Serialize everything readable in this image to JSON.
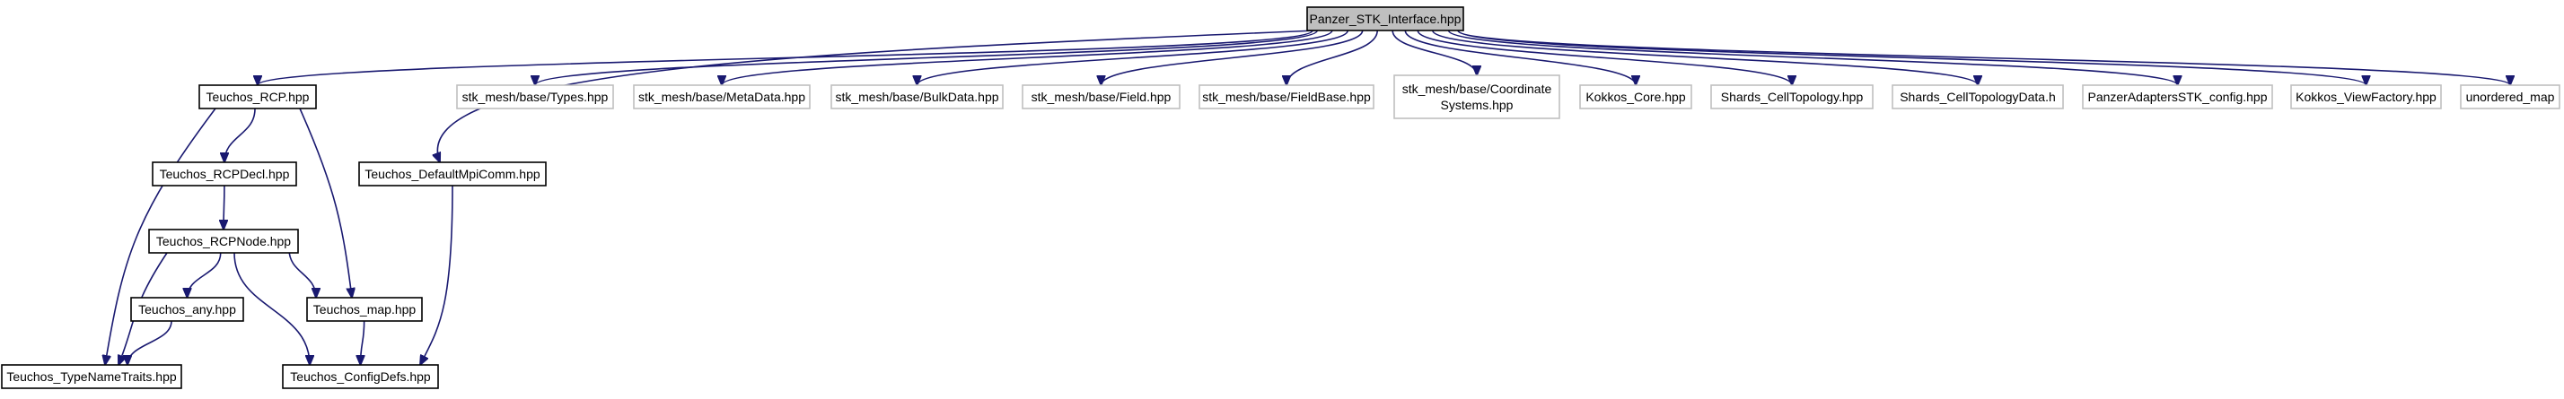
{
  "colors": {
    "root_fill": "#bfbfbf",
    "node_fill": "#ffffff",
    "documented_border": "#000000",
    "undocumented_border": "#bfbfbf",
    "edge": "#191970",
    "text": "#000000"
  },
  "nodes": [
    {
      "id": "root",
      "label": "Panzer_STK_Interface.hpp",
      "style": "root"
    },
    {
      "id": "rcp",
      "label": "Teuchos_RCP.hpp",
      "style": "documented"
    },
    {
      "id": "types",
      "label": "stk_mesh/base/Types.hpp",
      "style": "undocumented"
    },
    {
      "id": "metadata",
      "label": "stk_mesh/base/MetaData.hpp",
      "style": "undocumented"
    },
    {
      "id": "bulkdata",
      "label": "stk_mesh/base/BulkData.hpp",
      "style": "undocumented"
    },
    {
      "id": "field",
      "label": "stk_mesh/base/Field.hpp",
      "style": "undocumented"
    },
    {
      "id": "fieldbase",
      "label": "stk_mesh/base/FieldBase.hpp",
      "style": "undocumented"
    },
    {
      "id": "coordsys",
      "label": [
        "stk_mesh/base/Coordinate",
        "Systems.hpp"
      ],
      "style": "undocumented"
    },
    {
      "id": "kokkoscore",
      "label": "Kokkos_Core.hpp",
      "style": "undocumented"
    },
    {
      "id": "celltopo",
      "label": "Shards_CellTopology.hpp",
      "style": "undocumented"
    },
    {
      "id": "celltopodata",
      "label": "Shards_CellTopologyData.h",
      "style": "undocumented"
    },
    {
      "id": "stkconfig",
      "label": "PanzerAdaptersSTK_config.hpp",
      "style": "undocumented"
    },
    {
      "id": "viewfactory",
      "label": "Kokkos_ViewFactory.hpp",
      "style": "undocumented"
    },
    {
      "id": "unorderedmap",
      "label": "unordered_map",
      "style": "undocumented"
    },
    {
      "id": "mpicomm",
      "label": "Teuchos_DefaultMpiComm.hpp",
      "style": "documented"
    },
    {
      "id": "rcpdecl",
      "label": "Teuchos_RCPDecl.hpp",
      "style": "documented"
    },
    {
      "id": "rcpnode",
      "label": "Teuchos_RCPNode.hpp",
      "style": "documented"
    },
    {
      "id": "any",
      "label": "Teuchos_any.hpp",
      "style": "documented"
    },
    {
      "id": "map",
      "label": "Teuchos_map.hpp",
      "style": "documented"
    },
    {
      "id": "typenametraits",
      "label": "Teuchos_TypeNameTraits.hpp",
      "style": "documented"
    },
    {
      "id": "configdefs",
      "label": "Teuchos_ConfigDefs.hpp",
      "style": "documented"
    }
  ],
  "edges": [
    [
      "root",
      "rcp"
    ],
    [
      "root",
      "types"
    ],
    [
      "root",
      "metadata"
    ],
    [
      "root",
      "bulkdata"
    ],
    [
      "root",
      "field"
    ],
    [
      "root",
      "fieldbase"
    ],
    [
      "root",
      "coordsys"
    ],
    [
      "root",
      "kokkoscore"
    ],
    [
      "root",
      "celltopo"
    ],
    [
      "root",
      "celltopodata"
    ],
    [
      "root",
      "stkconfig"
    ],
    [
      "root",
      "viewfactory"
    ],
    [
      "root",
      "unorderedmap"
    ],
    [
      "root",
      "mpicomm"
    ],
    [
      "rcp",
      "rcpdecl"
    ],
    [
      "rcp",
      "typenametraits"
    ],
    [
      "rcp",
      "map"
    ],
    [
      "rcpdecl",
      "rcpnode"
    ],
    [
      "rcpnode",
      "any"
    ],
    [
      "rcpnode",
      "map"
    ],
    [
      "rcpnode",
      "typenametraits"
    ],
    [
      "rcpnode",
      "configdefs"
    ],
    [
      "any",
      "typenametraits"
    ],
    [
      "map",
      "configdefs"
    ],
    [
      "mpicomm",
      "configdefs"
    ]
  ]
}
